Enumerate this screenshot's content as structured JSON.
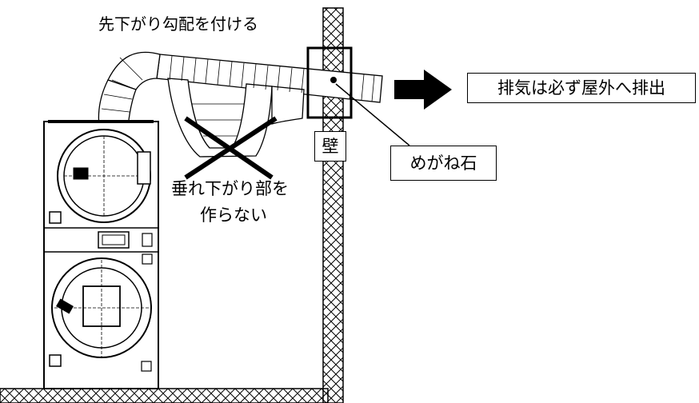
{
  "labels": {
    "slope_note": "先下がり勾配を付ける",
    "no_sag_line1": "垂れ下がり部を",
    "no_sag_line2": "作らない",
    "exhaust_outdoors": "排気は必ず屋外へ排出",
    "wall": "壁",
    "wall_thimble": "めがね石"
  },
  "colors": {
    "line": "#000000",
    "background": "#ffffff"
  }
}
